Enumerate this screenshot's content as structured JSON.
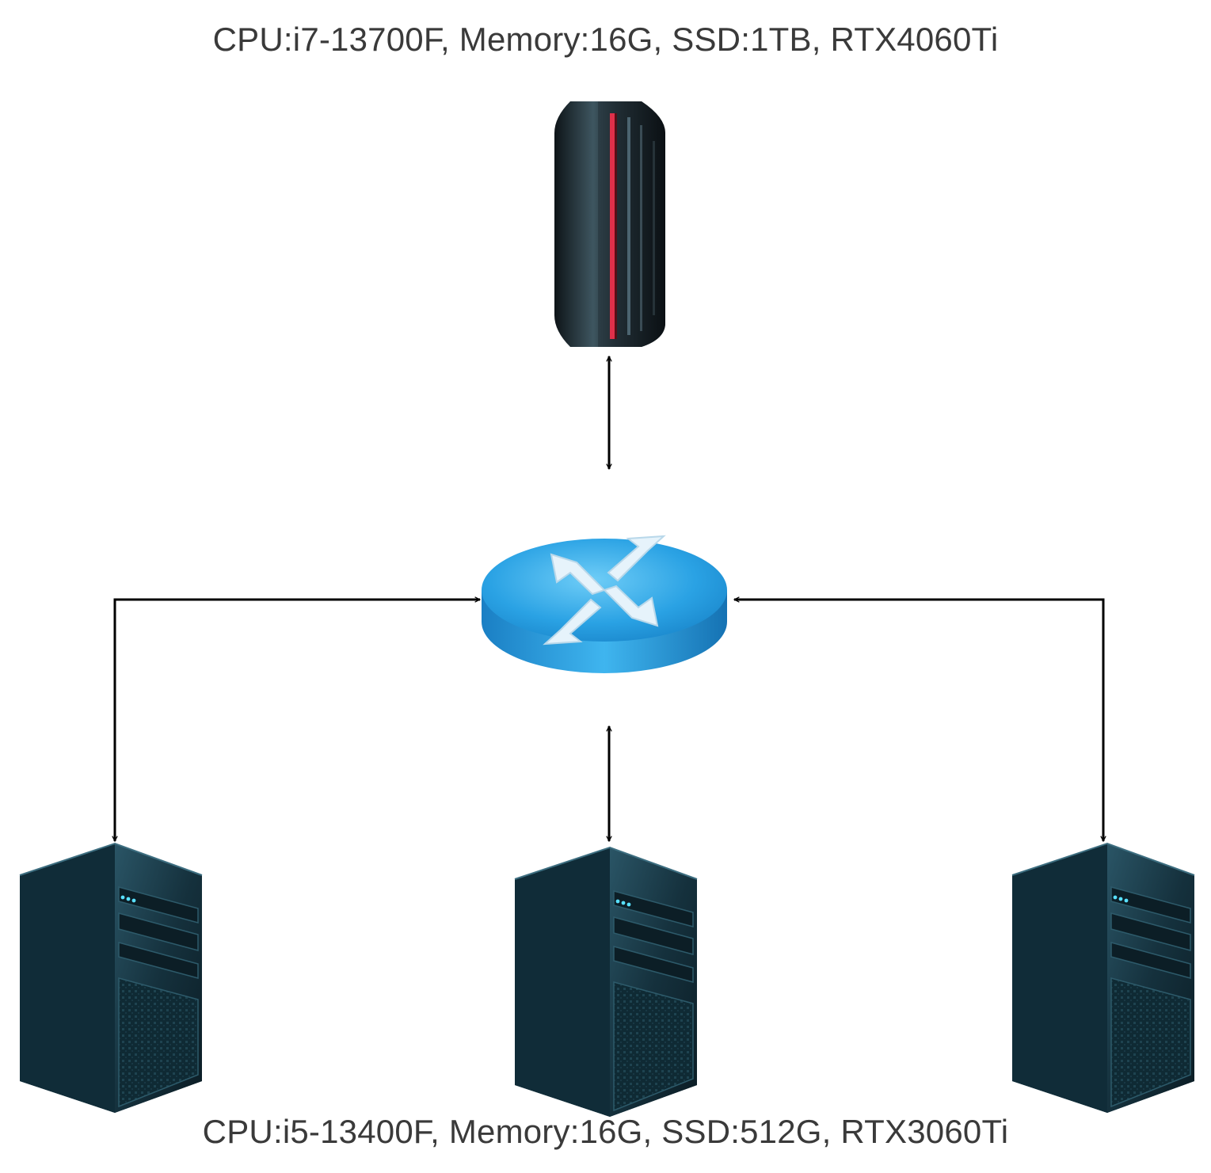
{
  "labels": {
    "server_spec": "CPU:i7-13700F, Memory:16G, SSD:1TB, RTX4060Ti",
    "client_spec": "CPU:i5-13400F, Memory:16G, SSD:512G, RTX3060Ti"
  },
  "nodes": {
    "server": {
      "icon": "server-rack-icon"
    },
    "router": {
      "icon": "router-icon"
    },
    "clients": [
      {
        "icon": "tower-pc-icon"
      },
      {
        "icon": "tower-pc-icon"
      },
      {
        "icon": "tower-pc-icon"
      }
    ]
  },
  "edges": [
    {
      "from": "server",
      "to": "router",
      "direction": "bidirectional"
    },
    {
      "from": "router",
      "to": "client-left",
      "direction": "bidirectional"
    },
    {
      "from": "router",
      "to": "client-center",
      "direction": "bidirectional"
    },
    {
      "from": "router",
      "to": "client-right",
      "direction": "bidirectional"
    }
  ],
  "colors": {
    "router_body": "#2e9fe0",
    "server_body": "#1e2a30",
    "server_stripe": "#e0304a",
    "pc_body": "#1a3a48",
    "arrow": "#000000"
  }
}
